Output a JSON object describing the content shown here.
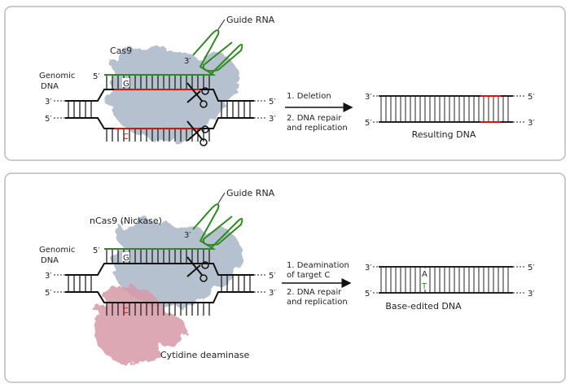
{
  "colors": {
    "guide_rna": "#2e8b1e",
    "cut_strand": "#e01010",
    "cas9": "#a9b7c7",
    "deaminase": "#d69aa8",
    "edited_base": "#2e8b1e"
  },
  "panels": [
    {
      "guide_label": "Guide RNA",
      "enzyme_label": "Cas9",
      "genomic_label_1": "Genomic",
      "genomic_label_2": "DNA",
      "five_prime": "5′",
      "three_prime": "3′",
      "base_top": "G",
      "base_bottom": "C",
      "step1_line1": "1. Deletion",
      "step1_line2": "",
      "step2_line1": "2. DNA repair",
      "step2_line2": "and replication",
      "result_label": "Resulting DNA"
    },
    {
      "guide_label": "Guide RNA",
      "enzyme_label": "nCas9 (Nickase)",
      "genomic_label_1": "Genomic",
      "genomic_label_2": "DNA",
      "five_prime": "5′",
      "three_prime": "3′",
      "base_top": "G",
      "base_bottom": "C",
      "deaminase_label": "Cytidine deaminase",
      "step1_line1": "1. Deamination",
      "step1_line2": "of target C",
      "step2_line1": "2. DNA repair",
      "step2_line2": "and replication",
      "edited_top": "A",
      "edited_bottom": "T",
      "result_label": "Base-edited DNA"
    }
  ]
}
